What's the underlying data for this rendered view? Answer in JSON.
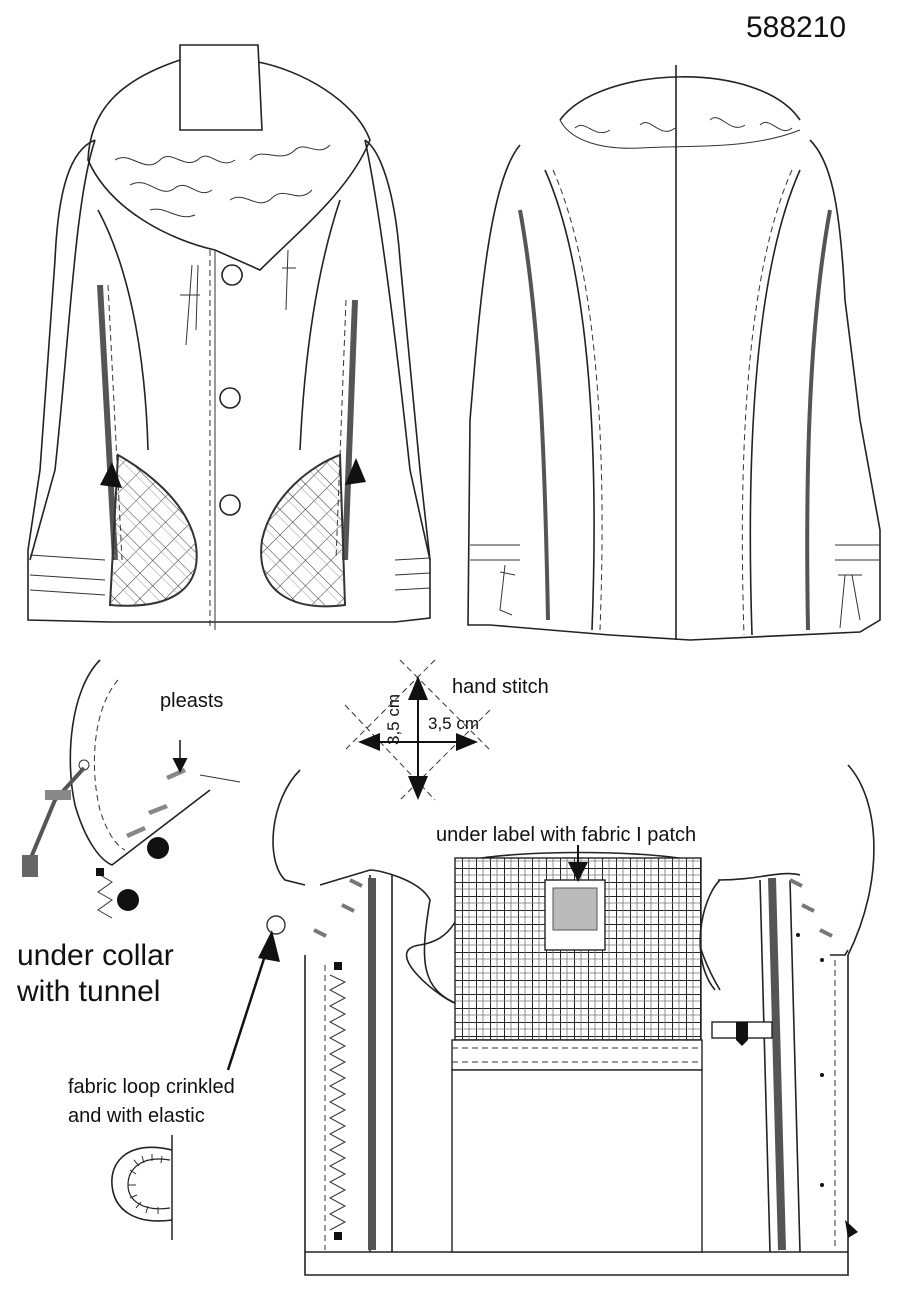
{
  "style_number": "588210",
  "labels": {
    "pleats": "pleasts",
    "hand_stitch": "hand stitch",
    "measure_h": "3,5 cm",
    "measure_v": "3,5 cm",
    "under_label": "under label with fabric I patch",
    "under_collar_line1": "under collar",
    "under_collar_line2": "with tunnel",
    "fabric_loop_line1": "fabric loop crinkled",
    "fabric_loop_line2": "and with elastic"
  }
}
